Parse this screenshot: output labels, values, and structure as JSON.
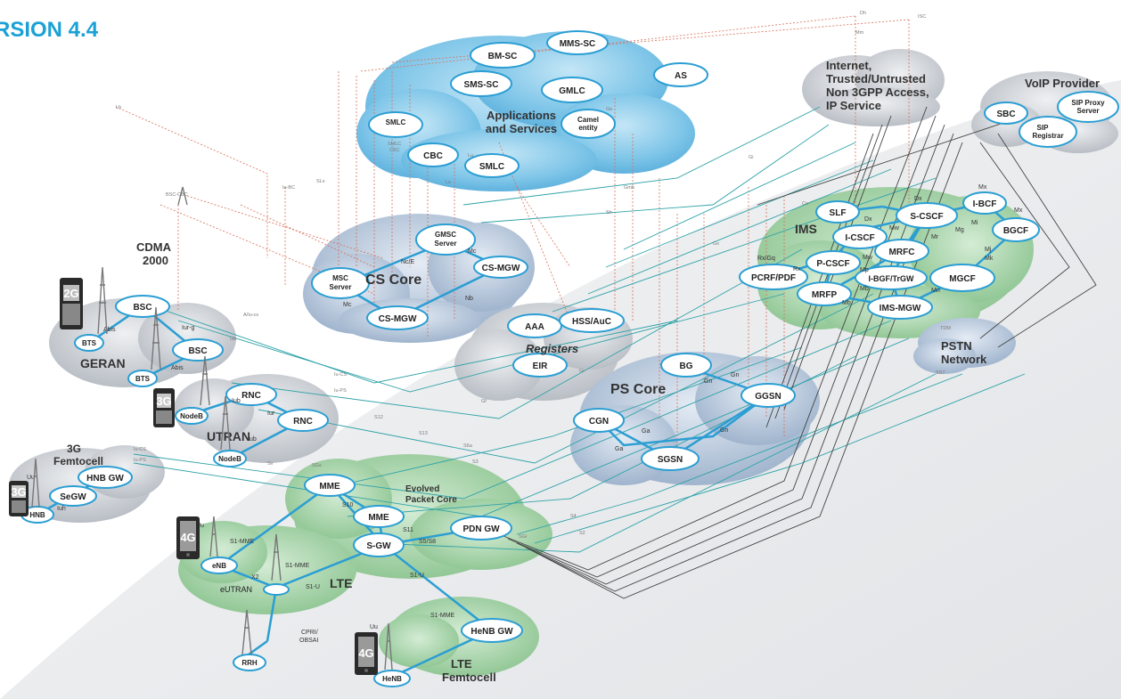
{
  "title": "RSION 4.4",
  "colors": {
    "accent": "#1ba1d6",
    "node_stroke": "#2b9ed3",
    "blue_cloud": "#7ec5e8",
    "green_cloud": "#9ccf9d",
    "grey_cloud": "#c9ced4",
    "bluegrey_cloud": "#aebfd4",
    "dotted_red": "#d8705a"
  },
  "clouds": {
    "apps": "Applications and Services",
    "apps_l1": "Applications",
    "apps_l2": "and Services",
    "internet_l1": "Internet,",
    "internet_l2": "Trusted/Untrusted",
    "internet_l3": "Non 3GPP Access,",
    "internet_l4": "IP Service",
    "voip": "VoIP Provider",
    "cs_core": "CS Core",
    "registers": "Registers",
    "ims": "IMS",
    "ps_core": "PS Core",
    "pstn_l1": "PSTN",
    "pstn_l2": "Network",
    "cdma_l1": "CDMA",
    "cdma_l2": "2000",
    "geran": "GERAN",
    "utran": "UTRAN",
    "femto_l1": "3G",
    "femto_l2": "Femtocell",
    "epc_l1": "Evolved",
    "epc_l2": "Packet Core",
    "lte": "LTE",
    "lte_femto_l1": "LTE",
    "lte_femto_l2": "Femtocell"
  },
  "nodes": {
    "mms_sc": "MMS-SC",
    "bm_sc": "BM-SC",
    "sms_sc": "SMS-SC",
    "gmlc": "GMLC",
    "as": "AS",
    "smlc_l1": "SMLC",
    "cbc": "CBC",
    "smlc_l2": "SMLC",
    "camel_l1": "Camel",
    "camel_l2": "entity",
    "sbc": "SBC",
    "sip_proxy_l1": "SIP Proxy",
    "sip_proxy_l2": "Server",
    "sip_reg_l1": "SIP",
    "sip_reg_l2": "Registrar",
    "gmsc_l1": "GMSC",
    "gmsc_l2": "Server",
    "msc_l1": "MSC",
    "msc_l2": "Server",
    "cs_mgw_r": "CS-MGW",
    "cs_mgw_b": "CS-MGW",
    "aaa": "AAA",
    "hss": "HSS/AuC",
    "eir": "EIR",
    "slf": "SLF",
    "s_cscf": "S-CSCF",
    "i_bcf": "I-BCF",
    "i_cscf": "I-CSCF",
    "mrfc": "MRFC",
    "bgcf": "BGCF",
    "p_cscf": "P-CSCF",
    "pcrf": "PCRF/PDF",
    "mrfp": "MRFP",
    "i_bgf": "I-BGF/TrGW",
    "mgcf": "MGCF",
    "ims_mgw": "IMS-MGW",
    "bg": "BG",
    "ggsn": "GGSN",
    "cgn": "CGN",
    "sgsn": "SGSN",
    "bsc1": "BSC",
    "bsc2": "BSC",
    "bts1": "BTS",
    "bts2": "BTS",
    "rnc1": "RNC",
    "rnc2": "RNC",
    "nodeb1": "NodeB",
    "nodeb2": "NodeB",
    "hnb_gw": "HNB GW",
    "segw": "SeGW",
    "hnb": "HNB",
    "mme1": "MME",
    "mme2": "MME",
    "sgw": "S-GW",
    "pdn_gw": "PDN GW",
    "enb": "eNB",
    "eutran": "eUTRAN",
    "rrh": "RRH",
    "henb_gw": "HeNB GW",
    "henb": "HeNB"
  },
  "interfaces": {
    "abis1": "Abis",
    "abis2": "Abis",
    "iur_g": "Iur-g",
    "iub1": "Iub",
    "iur": "Iur",
    "iub2": "Iub",
    "uu1": "Uu",
    "iuh": "Iuh",
    "uu2": "Uu",
    "s1_mme1": "S1-MME",
    "s1_mme2": "S1-MME",
    "x2": "X2",
    "s1_u1": "S1-U",
    "s1_u2": "S1-U",
    "cpri_l1": "CPRI/",
    "cpri_l2": "OBSAI",
    "s1_mme3": "S1-MME",
    "uu3": "Uu",
    "s10": "S10",
    "s11": "S11",
    "s5s8": "S5/S8",
    "nc_e": "Nc/E",
    "mc1": "Mc",
    "mc2": "Mc",
    "nb": "Nb",
    "gn1": "Gn",
    "gn2": "Gn",
    "gn3": "Gn",
    "ga1": "Ga",
    "ga2": "Ga",
    "rx_gq": "Rx/Gq",
    "rx": "Rx",
    "mp": "Mp",
    "mb1": "Mb",
    "mb2": "Mb",
    "mw1": "Mw",
    "mw2": "Mw",
    "mr": "Mr",
    "dx1": "Dx",
    "dx2": "Dx",
    "mx1": "Mx",
    "mx2": "Mx",
    "mi": "Mi",
    "mg": "Mg",
    "mj": "Mj",
    "mk": "Mk",
    "mn": "Mn"
  },
  "badges": {
    "g2": "2G",
    "g3a": "3G",
    "g3b": "3G",
    "g4a": "4G",
    "g4b": "4G"
  },
  "small_labels": {
    "lb": "Lb",
    "bsc_cbc": "BSC-CBC",
    "iu_bc": "Iu-BC",
    "sls": "SLs",
    "smlc_cbc_l1": "SMLC",
    "smlc_cbc_l2": "CBC",
    "lu": "Lu",
    "a_iu_cs": "A/Iu-cs",
    "gb": "Gb",
    "iu_cs": "Iu-CS",
    "iu_ps": "Iu-PS",
    "iu_cs2": "Iu-CS",
    "iu_ps2": "Iu-PS",
    "s12": "S12",
    "s3": "S3",
    "s4": "S4",
    "s6a": "S6a",
    "s13": "S13",
    "sgs": "SGs",
    "sv": "Sv",
    "gi": "Gi",
    "sgi": "SGi",
    "s2": "S2",
    "gr": "Gr",
    "gf": "Gf",
    "gx": "Gx",
    "gmb": "Gmb",
    "ss7": "SS7",
    "tdm": "TDM",
    "sh": "Sh",
    "cx": "Cx",
    "ise": "ISC",
    "dh": "Dh",
    "ge": "Ge",
    "le": "Le",
    "mm": "Mm"
  }
}
